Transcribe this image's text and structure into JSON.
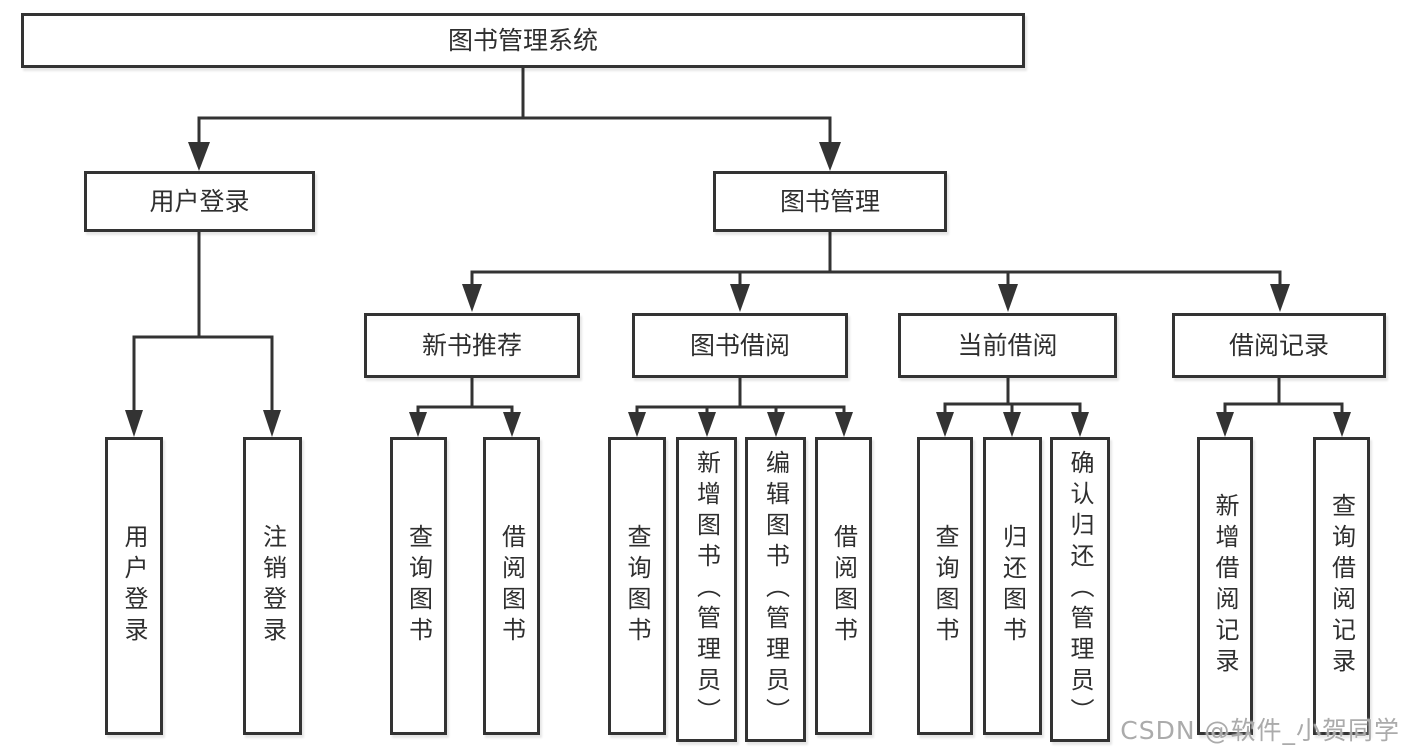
{
  "tree": {
    "root": {
      "label": "图书管理系统"
    },
    "branches": [
      {
        "label": "用户登录",
        "children": [
          {
            "label": "用户登录"
          },
          {
            "label": "注销登录"
          }
        ]
      },
      {
        "label": "图书管理",
        "children": [
          {
            "label": "新书推荐",
            "children": [
              {
                "label": "查询图书"
              },
              {
                "label": "借阅图书"
              }
            ]
          },
          {
            "label": "图书借阅",
            "children": [
              {
                "label": "查询图书"
              },
              {
                "label": "新增图书（管理员）"
              },
              {
                "label": "编辑图书（管理员）"
              },
              {
                "label": "借阅图书"
              }
            ]
          },
          {
            "label": "当前借阅",
            "children": [
              {
                "label": "查询图书"
              },
              {
                "label": "归还图书"
              },
              {
                "label": "确认归还（管理员）"
              }
            ]
          },
          {
            "label": "借阅记录",
            "children": [
              {
                "label": "新增借阅记录"
              },
              {
                "label": "查询借阅记录"
              }
            ]
          }
        ]
      }
    ]
  },
  "watermark": "CSDN @软件_小贺同学",
  "colors": {
    "line": "#333333",
    "box_border": "#333333",
    "text": "#2f2f2f",
    "watermark": "#ababab",
    "background": "#ffffff"
  }
}
